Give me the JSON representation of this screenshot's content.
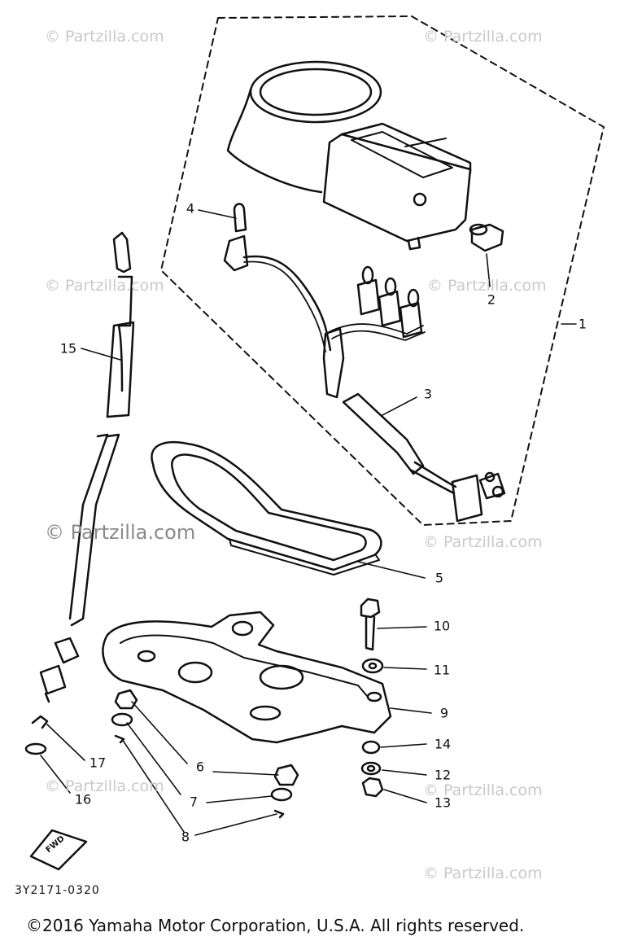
{
  "watermarks": {
    "w1": "© Partzilla.com",
    "w2": "© Partzilla.com",
    "w3": "© Partzilla.com",
    "w4": "© Partzilla.com",
    "w5": "© Partzilla.com",
    "w6": "© Partzilla.com",
    "w7": "© Partzilla.com",
    "w8": "© Partzilla.com",
    "w9": "© Partzilla.com"
  },
  "callouts": {
    "c1": "1",
    "c2": "2",
    "c3": "3",
    "c4": "4",
    "c5": "5",
    "c6": "6",
    "c7": "7",
    "c8": "8",
    "c9": "9",
    "c10": "10",
    "c11": "11",
    "c12": "12",
    "c13": "13",
    "c14": "14",
    "c15": "15",
    "c16": "16",
    "c17": "17"
  },
  "fwd_label": "FWD",
  "drawing_code": "3Y2171-0320",
  "copyright": "©2016 Yamaha Motor Corporation, U.S.A. All rights reserved."
}
